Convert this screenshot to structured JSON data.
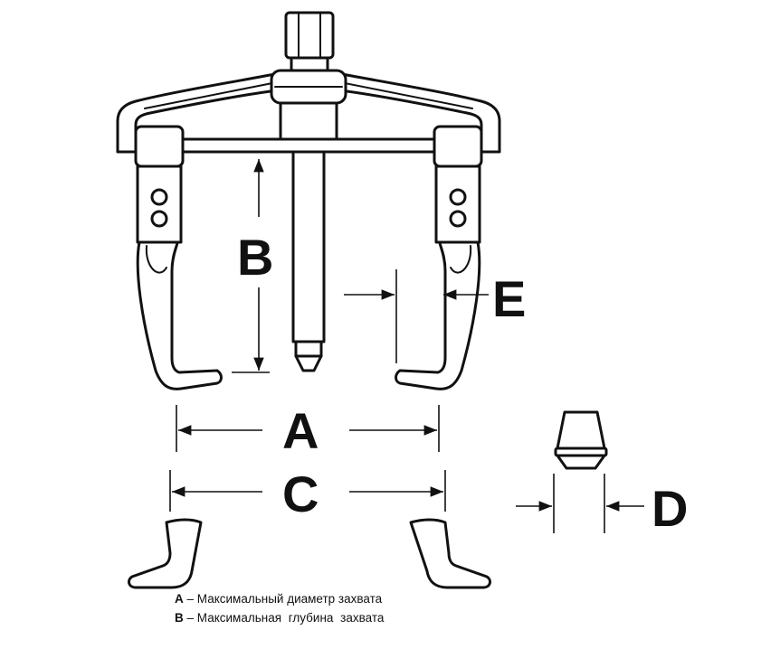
{
  "labels": {
    "A": "A",
    "B": "B",
    "C": "C",
    "D": "D",
    "E": "E"
  },
  "legend": [
    {
      "key": "A",
      "sep": "–",
      "text": "Максимальный диаметр захвата"
    },
    {
      "key": "B",
      "sep": "–",
      "text": "Максимальная глубина захвата"
    }
  ],
  "colors": {
    "line": "#111111",
    "fill": "#ffffff"
  }
}
